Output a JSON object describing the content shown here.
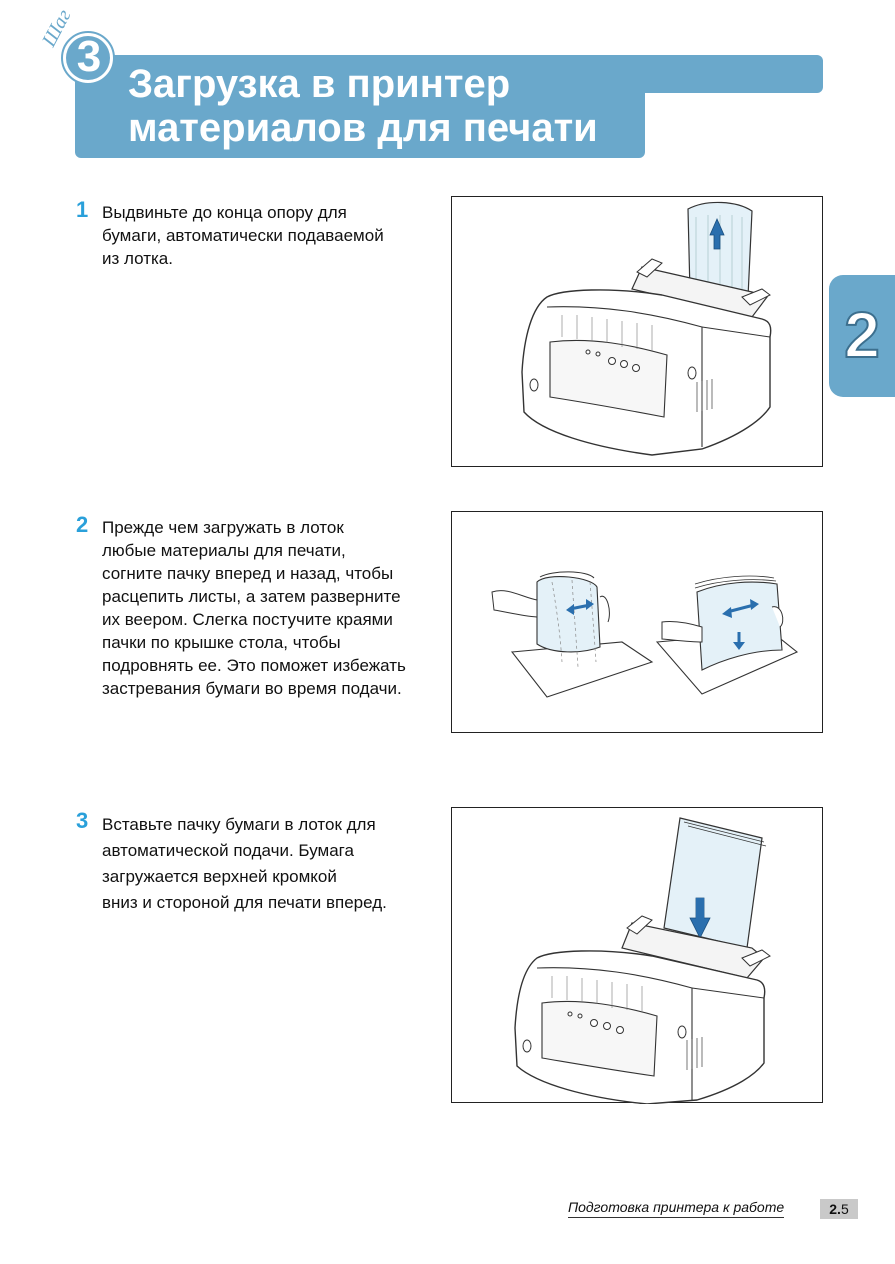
{
  "header": {
    "step_word": "Шаг",
    "step_number": "3",
    "title_line1": "Загрузка в принтер",
    "title_line2": "материалов для печати"
  },
  "chapter_tab": "2",
  "steps": [
    {
      "number": "1",
      "lines": [
        "Выдвиньте до конца опору для",
        "бумаги, автоматически подаваемой",
        "из лотка."
      ]
    },
    {
      "number": "2",
      "lines": [
        "Прежде чем загружать в лоток",
        "любые материалы для печати,",
        "согните пачку вперед и назад, чтобы",
        "расцепить листы, а затем разверните",
        "их веером. Слегка постучите краями",
        "пачки по крышке стола, чтобы",
        "подровнять ее. Это поможет избежать",
        "застревания бумаги во время подачи."
      ]
    },
    {
      "number": "3",
      "lines": [
        "Вставьте пачку бумаги в лоток для",
        "автоматической подачи. Бумага",
        "загружается верхней кромкой",
        "вниз и стороной для печати вперед."
      ]
    }
  ],
  "footer": {
    "section_title": "Подготовка принтера к работе",
    "page_chapter": "2.",
    "page_number": "5"
  },
  "colors": {
    "accent": "#6aa8cb",
    "step_number": "#2aa0da",
    "arrow": "#2a6fae"
  }
}
